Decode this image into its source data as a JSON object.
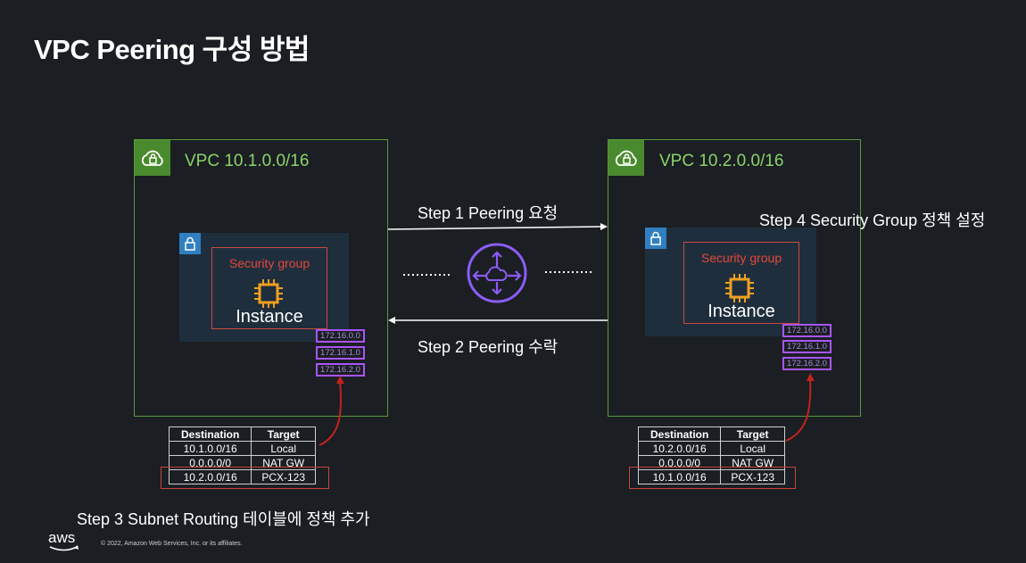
{
  "title": "VPC Peering 구성 방법",
  "vpc_left": {
    "label": "VPC 10.1.0.0/16",
    "sg_label": "Security group",
    "instance_label": "Instance",
    "routes": [
      "172.16.0.0",
      "172.16.1.0",
      "172.16.2.0"
    ]
  },
  "vpc_right": {
    "label": "VPC 10.2.0.0/16",
    "sg_label": "Security group",
    "instance_label": "Instance",
    "routes": [
      "172.16.0.0",
      "172.16.1.0",
      "172.16.2.0"
    ]
  },
  "steps": {
    "step1": "Step 1 Peering 요청",
    "step2": "Step 2 Peering 수락",
    "step3": "Step 3 Subnet Routing 테이블에 정책 추가",
    "step4": "Step 4 Security Group 정책 설정"
  },
  "route_table_left": {
    "headers": [
      "Destination",
      "Target"
    ],
    "rows": [
      [
        "10.1.0.0/16",
        "Local"
      ],
      [
        "0.0.0.0/0",
        "NAT GW"
      ],
      [
        "10.2.0.0/16",
        "PCX-123"
      ]
    ]
  },
  "route_table_right": {
    "headers": [
      "Destination",
      "Target"
    ],
    "rows": [
      [
        "10.2.0.0/16",
        "Local"
      ],
      [
        "0.0.0.0/0",
        "NAT GW"
      ],
      [
        "10.1.0.0/16",
        "PCX-123"
      ]
    ]
  },
  "footer": {
    "logo": "aws",
    "copyright": "© 2022, Amazon Web Services, Inc. or its affiliates."
  },
  "colors": {
    "vpc_border": "#5a9a3c",
    "vpc_label": "#8bd36a",
    "security_group": "#e5483a",
    "route_box": "#a855f7",
    "peering": "#8b5cf6"
  },
  "icons": {
    "vpc": "cloud-lock-icon",
    "subnet": "lock-icon",
    "instance": "chip-icon",
    "peering": "peering-connection-icon"
  }
}
